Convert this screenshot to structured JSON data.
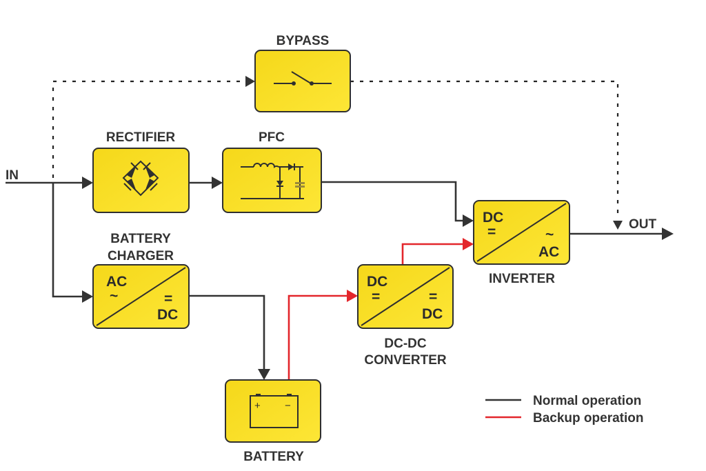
{
  "diagram": {
    "title": "UPS block diagram",
    "io": {
      "input_label": "IN",
      "output_label": "OUT"
    },
    "blocks": {
      "bypass": {
        "label": "BYPASS",
        "symbol": "switch-icon"
      },
      "rectifier": {
        "label": "RECTIFIER",
        "symbol": "diode-bridge-icon"
      },
      "pfc": {
        "label": "PFC",
        "symbol": "boost-circuit-icon"
      },
      "inverter": {
        "label": "INVERTER",
        "top_left": "DC",
        "top_left_sym": "=",
        "bottom_right_sym": "~",
        "bottom_right": "AC"
      },
      "charger": {
        "label_line1": "BATTERY",
        "label_line2": "CHARGER",
        "top_left": "AC",
        "top_left_sym": "~",
        "bottom_right_sym": "=",
        "bottom_right": "DC"
      },
      "dcdc": {
        "label_line1": "DC-DC",
        "label_line2": "CONVERTER",
        "top_left": "DC",
        "top_left_sym": "=",
        "bottom_right_sym": "=",
        "bottom_right": "DC"
      },
      "battery": {
        "label": "BATTERY",
        "plus": "+",
        "minus": "−"
      }
    },
    "legend": [
      {
        "label": "Normal operation",
        "color": "#333333"
      },
      {
        "label": "Backup operation",
        "color": "#e3262b"
      }
    ],
    "colors": {
      "block_fill": "#f7dc1a",
      "block_stroke": "#2f2f2f",
      "normal_line": "#333333",
      "backup_line": "#e3262b",
      "text": "#333333"
    }
  }
}
